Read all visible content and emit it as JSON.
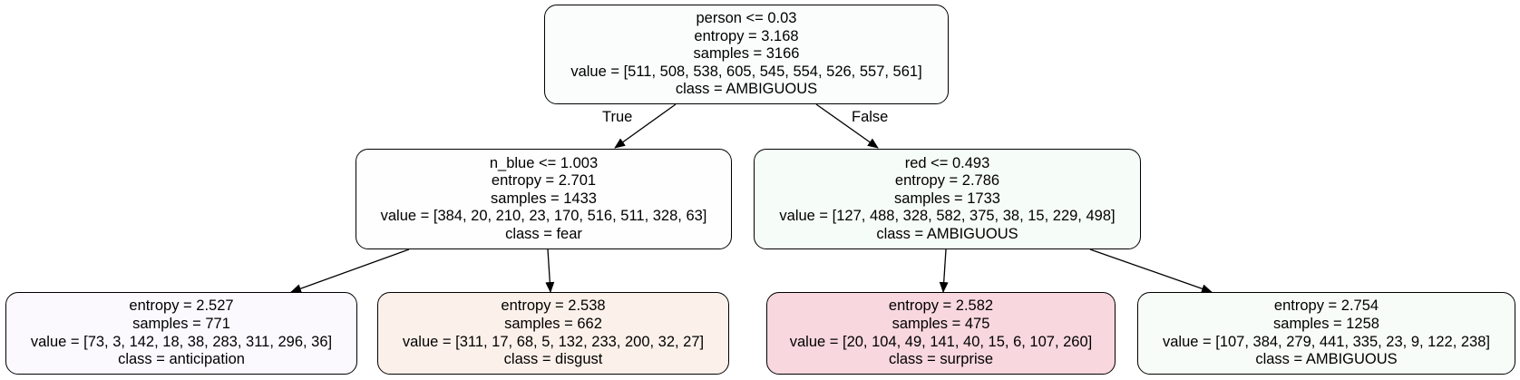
{
  "nodes": {
    "root": {
      "split": "person <= 0.03",
      "entropy": "entropy = 3.168",
      "samples": "samples = 3166",
      "value": "value = [511, 508, 538, 605, 545, 554, 526, 557, 561]",
      "class": "class = AMBIGUOUS",
      "fill": "#fbfdfc"
    },
    "left": {
      "split": "n_blue <= 1.003",
      "entropy": "entropy = 2.701",
      "samples": "samples = 1433",
      "value": "value = [384, 20, 210, 23, 170, 516, 511, 328, 63]",
      "class": "class = fear",
      "fill": "#fefefe"
    },
    "right": {
      "split": "red <= 0.493",
      "entropy": "entropy = 2.786",
      "samples": "samples = 1733",
      "value": "value = [127, 488, 328, 582, 375, 38, 15, 229, 498]",
      "class": "class = AMBIGUOUS",
      "fill": "#f6fcf8"
    },
    "ll": {
      "entropy": "entropy = 2.527",
      "samples": "samples = 771",
      "value": "value = [73, 3, 142, 18, 38, 283, 311, 296, 36]",
      "class": "class = anticipation",
      "fill": "#fbf9fe"
    },
    "lr": {
      "entropy": "entropy = 2.538",
      "samples": "samples = 662",
      "value": "value = [311, 17, 68, 5, 132, 233, 200, 32, 27]",
      "class": "class = disgust",
      "fill": "#fcf1ea"
    },
    "rl": {
      "entropy": "entropy = 2.582",
      "samples": "samples = 475",
      "value": "value = [20, 104, 49, 141, 40, 15, 6, 107, 260]",
      "class": "class = surprise",
      "fill": "#f8d7de"
    },
    "rr": {
      "entropy": "entropy = 2.754",
      "samples": "samples = 1258",
      "value": "value = [107, 384, 279, 441, 335, 23, 9, 122, 238]",
      "class": "class = AMBIGUOUS",
      "fill": "#f7fcf8"
    }
  },
  "edges": {
    "true_label": "True",
    "false_label": "False"
  }
}
